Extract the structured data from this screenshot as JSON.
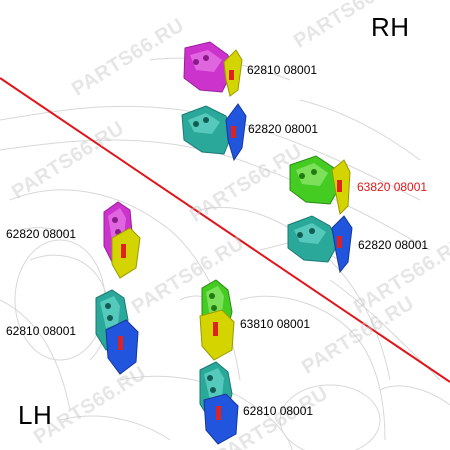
{
  "side_labels": {
    "right": "RH",
    "left": "LH"
  },
  "watermark": "PARTS66.RU",
  "colors": {
    "highlight_line": "#e0161b",
    "magenta": "#cc33cc",
    "teal": "#2aa89a",
    "green": "#44cc22",
    "yellow": "#d4d400",
    "blue": "#2255dd",
    "pin": "#dd2222"
  },
  "parts": [
    {
      "label": "62810 08001",
      "color": "magenta",
      "highlighted": false
    },
    {
      "label": "62820 08001",
      "color": "teal",
      "highlighted": false
    },
    {
      "label": "63820 08001",
      "color": "green",
      "highlighted": true
    },
    {
      "label": "62820 08001",
      "color": "teal",
      "highlighted": false
    },
    {
      "label": "62820 08001",
      "color": "magenta",
      "highlighted": false
    },
    {
      "label": "62810 08001",
      "color": "teal",
      "highlighted": false
    },
    {
      "label": "63810 08001",
      "color": "green",
      "highlighted": false
    },
    {
      "label": "62810 08001",
      "color": "teal",
      "highlighted": false
    }
  ]
}
